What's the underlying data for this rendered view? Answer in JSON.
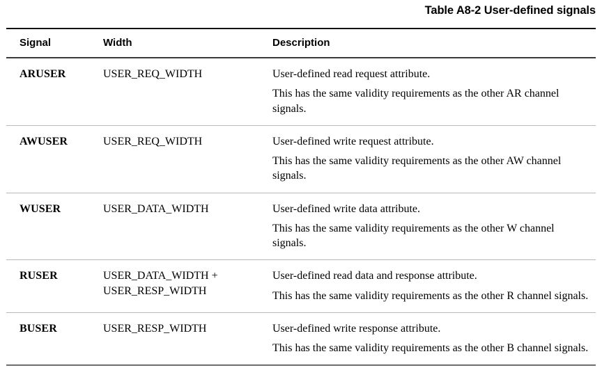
{
  "caption": "Table A8-2 User-defined signals",
  "table": {
    "columns": [
      {
        "key": "signal",
        "label": "Signal"
      },
      {
        "key": "width",
        "label": "Width"
      },
      {
        "key": "description",
        "label": "Description"
      }
    ],
    "rows": [
      {
        "signal": "ARUSER",
        "width_lines": [
          "USER_REQ_WIDTH"
        ],
        "description_lines": [
          "User-defined read request attribute.",
          "This has the same validity requirements as the other AR channel signals."
        ]
      },
      {
        "signal": "AWUSER",
        "width_lines": [
          "USER_REQ_WIDTH"
        ],
        "description_lines": [
          "User-defined write request attribute.",
          "This has the same validity requirements as the other AW channel signals."
        ]
      },
      {
        "signal": "WUSER",
        "width_lines": [
          "USER_DATA_WIDTH"
        ],
        "description_lines": [
          "User-defined write data attribute.",
          "This has the same validity requirements as the other W channel signals."
        ]
      },
      {
        "signal": "RUSER",
        "width_lines": [
          "USER_DATA_WIDTH +",
          "USER_RESP_WIDTH"
        ],
        "description_lines": [
          "User-defined read data and response attribute.",
          "This has the same validity requirements as the other R channel signals."
        ]
      },
      {
        "signal": "BUSER",
        "width_lines": [
          "USER_RESP_WIDTH"
        ],
        "description_lines": [
          "User-defined write response attribute.",
          "This has the same validity requirements as the other B channel signals."
        ]
      }
    ]
  },
  "colors": {
    "text": "#000000",
    "rule_strong": "#111111",
    "rule_header_bottom": "#3a3a3a",
    "rule_row": "#b9b9b9",
    "rule_bottom": "#6e6e6e",
    "background": "#ffffff"
  }
}
